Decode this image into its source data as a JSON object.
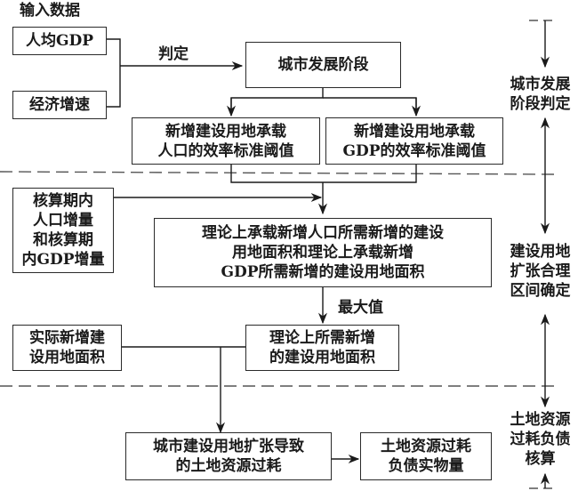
{
  "diagram": {
    "input_heading": "输入数据",
    "nodes": {
      "gdp_per_capita": "人均GDP",
      "economic_growth": "经济增速",
      "urban_stage": "城市发展阶段",
      "pop_threshold": "新增建设用地承载\n人口的效率标准阈值",
      "gdp_threshold": "新增建设用地承载\nGDP的效率标准阈值",
      "increments": "核算期内\n人口增量\n和核算期\n内GDP增量",
      "theoretical_areas": "理论上承载新增人口所需新增的建设\n用地面积和理论上承载新增\nGDP所需新增的建设用地面积",
      "actual_new_land": "实际新增建\n设用地面积",
      "theoretical_required": "理论上所需新增\n的建设用地面积",
      "overconsumption": "城市建设用地扩张导致\n的土地资源过耗",
      "debt_quantity": "土地资源过耗\n负债实物量"
    },
    "edge_labels": {
      "judge": "判定",
      "max_value": "最大值"
    },
    "stages": [
      "城市发展\n阶段判定",
      "建设用地\n扩张合理\n区间确定",
      "土地资源\n过耗负债\n核算"
    ]
  }
}
